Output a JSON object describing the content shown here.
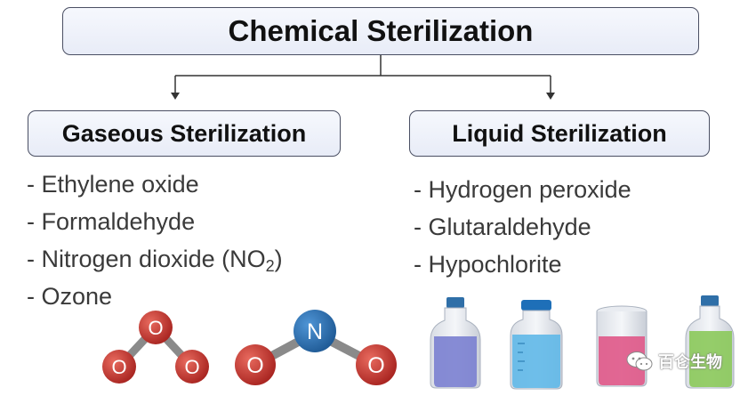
{
  "title": "Chemical Sterilization",
  "gaseous": {
    "heading": "Gaseous Sterilization",
    "items": [
      "- Ethylene oxide",
      "- Formaldehyde",
      "- Nitrogen dioxide (NO",
      "- Ozone"
    ],
    "no2_subscript": "2",
    "no2_close": ")"
  },
  "liquid": {
    "heading": "Liquid Sterilization",
    "items": [
      "- Hydrogen peroxide",
      "- Glutaraldehyde",
      "- Hypochlorite"
    ]
  },
  "molecules": {
    "ozone_atom": "O",
    "no2_center": "N",
    "no2_outer": "O"
  },
  "colors": {
    "oxygen": "#c8302b",
    "nitrogen": "#2a6fb0",
    "bottle_purple": "#7a7fd0",
    "bottle_blue": "#5fb8e8",
    "beaker_pink": "#e05a8a",
    "bottle_green": "#8bc95a"
  },
  "watermark": "百仑生物",
  "icons": [
    "wechat-icon"
  ]
}
